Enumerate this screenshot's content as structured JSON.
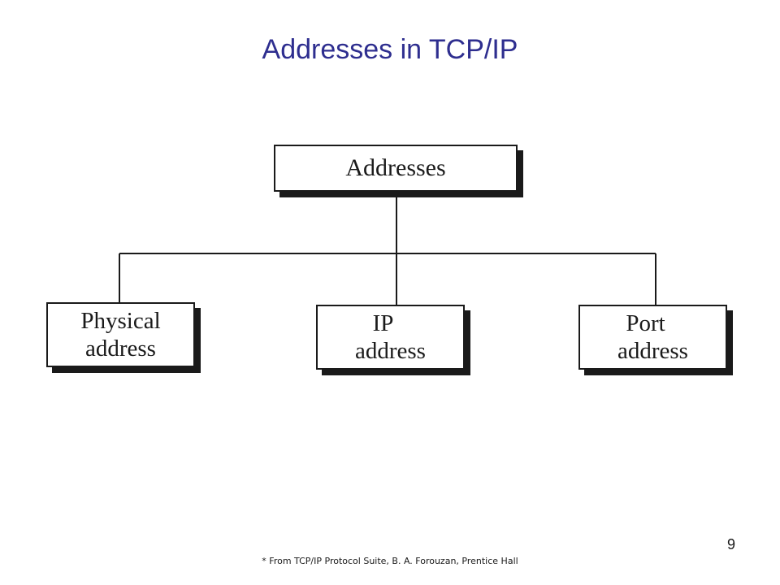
{
  "slide": {
    "title": "Addresses in TCP/IP",
    "page_number": "9",
    "source_note": "* From TCP/IP Protocol Suite, B. A. Forouzan, Prentice Hall"
  },
  "diagram": {
    "root": {
      "lines": [
        "Addresses"
      ]
    },
    "children": [
      {
        "lines": [
          "Physical",
          "address"
        ]
      },
      {
        "lines": [
          "IP",
          "address"
        ]
      },
      {
        "lines": [
          "Port",
          "address"
        ]
      }
    ]
  },
  "colors": {
    "title": "#2e2e8f",
    "line": "#1a1a1a",
    "box_fill": "#ffffff"
  }
}
